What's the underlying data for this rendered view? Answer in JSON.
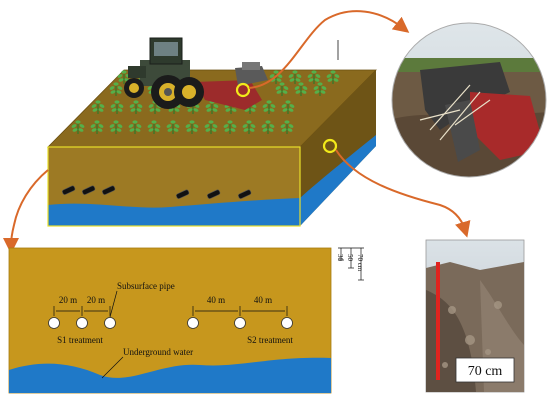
{
  "colors": {
    "soil_top": "#8a6a1e",
    "soil_front": "#9d7a24",
    "soil_side": "#6e5416",
    "section_fill": "#c7971d",
    "water": "#1f79c8",
    "arrow": "#d9692a",
    "pipe": "#111111",
    "ring": "#f2ea1a",
    "depth_bar": "#e0241f"
  },
  "section": {
    "subsurface_pipe_label": "Subsurface pipe",
    "s1_label": "S1 treatment",
    "s2_label": "S2 treatment",
    "water_label": "Underground water",
    "spacing_s1": [
      "20 m",
      "20 m"
    ],
    "spacing_s2": [
      "40 m",
      "40 m"
    ],
    "depth_scale": [
      "30",
      "50",
      "70 cm"
    ]
  },
  "photo": {
    "depth_label": "70 cm"
  },
  "icons": {
    "tractor": "tractor-icon",
    "crop": "crop-plant-icon",
    "plough_photo": "subsoiler-photo",
    "trench_photo": "trench-photo"
  }
}
